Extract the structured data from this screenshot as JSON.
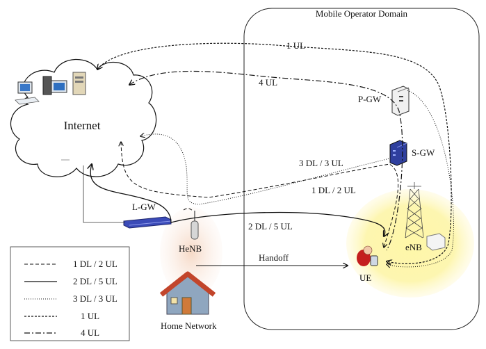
{
  "domain_title": "Mobile Operator Domain",
  "cloud_label": "Internet",
  "nodes": {
    "pgw": "P-GW",
    "sgw": "S-GW",
    "enb": "eNB",
    "ue": "UE",
    "lgw": "L-GW",
    "henb": "HeNB",
    "home": "Home Network"
  },
  "path_labels": {
    "ul1": "1 UL",
    "ul4": "4 UL",
    "dl3ul3": "3 DL / 3 UL",
    "dl1ul2": "1 DL / 2 UL",
    "dl2ul5": "2 DL / 5 UL",
    "handoff": "Handoff"
  },
  "legend": [
    {
      "label": "1 DL / 2 UL",
      "style": "dashed"
    },
    {
      "label": "2 DL / 5 UL",
      "style": "solid"
    },
    {
      "label": "3 DL / 3 UL",
      "style": "dotted"
    },
    {
      "label": "1 UL",
      "style": "short-dashed"
    },
    {
      "label": "4 UL",
      "style": "dash-dot"
    }
  ],
  "colors": {
    "operator_border": "#222222",
    "enb_cell": "#fbf7b4",
    "home_cell": "#f7e3d6",
    "lgw_device": "#3b4bb8",
    "sgw_device": "#2f3f9e",
    "house_roof": "#c2452b",
    "house_wall": "#8fa6bf"
  }
}
